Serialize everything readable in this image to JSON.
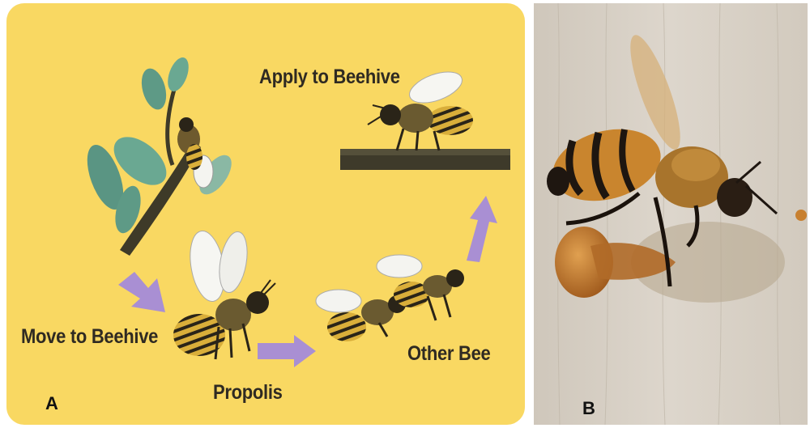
{
  "panel_a": {
    "letter": "A",
    "labels": {
      "apply": "Apply to Beehive",
      "move": "Move to Beehive",
      "propolis": "Propolis",
      "other": "Other Bee"
    }
  },
  "panel_b": {
    "letter": "B"
  },
  "colors": {
    "background_a": "#f9d862",
    "arrow": "#a98fd3",
    "leaf": "#5e9a86",
    "stem": "#3b3a2a",
    "propolis_resin": "#c07a2c"
  }
}
